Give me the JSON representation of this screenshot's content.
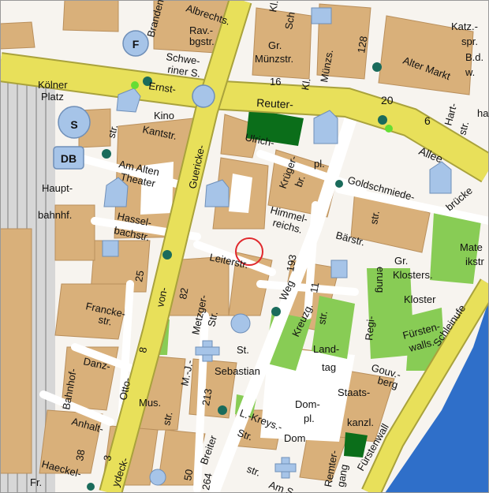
{
  "colors": {
    "background": "#f7f4ef",
    "block": "#d9b07a",
    "block_stroke": "#b98f5c",
    "courtyard": "#ffffff",
    "major_road": "#e8e05a",
    "major_road_stroke": "#a9a23c",
    "minor_road": "#ffffff",
    "park": "#88cc55",
    "dark_green": "#0b6e1a",
    "water": "#2f6fc9",
    "railway": "#bfbfbf",
    "tram_stop": "#1a6b5b",
    "tram_stop_green": "#66dd33",
    "building_blue": "#a6c4e8",
    "highlight_circle": "#e0282c"
  },
  "icons": {
    "s_bahn": "S",
    "db": "DB",
    "ferry": "F"
  },
  "labels": {
    "l1": "Rav.-",
    "l2": "bgstr.",
    "l3": "Branden-",
    "l4": "Schwe-",
    "l5": "riner S.",
    "l6": "Gr.",
    "l7": "Münzstr.",
    "l8": "16",
    "l9": "Kl.",
    "l10": "Münzs.",
    "l11": "128",
    "l12": "Katz.-",
    "l13": "spr.",
    "l14": "B.d.",
    "l15": "w.",
    "l16": "Alter Markt",
    "l17": "Kölner",
    "l18": "Platz",
    "l19": "Ernst-",
    "l20": "Reuter-",
    "l21": "20",
    "l22": "6",
    "l23": "Hart-",
    "l24": "str.",
    "l25": "ha",
    "l26": "Kino",
    "l27": "Kantstr.",
    "l28": "str.",
    "l29": "Ulrich-",
    "l30": "pl.",
    "l31": "Allee",
    "l32": "Am Alten",
    "l33": "Theater",
    "l34": "Haupt-",
    "l35": "bahnhf.",
    "l36": "Guericke-",
    "l37": "Krüger-",
    "l38": "br.",
    "l39": "Goldschmiede-",
    "l40": "brücke",
    "l41": "Himmel-",
    "l42": "reichs.",
    "l43": "Hassel-",
    "l44": "bachstr.",
    "l45": "Bärstr.",
    "l46": "str.",
    "l47": "Mate",
    "l48": "ikstr",
    "l49": "Leiterstr.",
    "l50": "193",
    "l51": "Gr.",
    "l52": "Klosters.",
    "l53": "25",
    "l54": "82",
    "l55": "Weg",
    "l56": "11",
    "l57": "Regi-",
    "l58": "erung",
    "l59": "Kloster",
    "l60": "von-",
    "l61": "Francke-",
    "l62": "str.",
    "l63": "Metzger-",
    "l64": "Str.",
    "l65": "Kreuzg.",
    "l66": "str.",
    "l67": "Fürsten-",
    "l68": "walls.",
    "l69": "Schleinufe",
    "l70": "8",
    "l71": "St.",
    "l72": "Sebastian",
    "l73": "Land-",
    "l74": "tag",
    "l75": "Danz-",
    "l76": "M.-J.-",
    "l77": "Gouv.-",
    "l78": "berg",
    "l79": "Bahnhof-",
    "l80": "Otto-",
    "l81": "Staats-",
    "l82": "kanzl.",
    "l83": "Mus.",
    "l84": "str.",
    "l85": "213",
    "l86": "Dom-",
    "l87": "pl.",
    "l88": "Anhalt-",
    "l89": "L.-Kreys.-",
    "l90": "Str.",
    "l91": "Dom",
    "l92": "Remter-",
    "l93": "gang",
    "l94": "Fürstenwall",
    "l95": "38",
    "l96": "3",
    "l97": "Breiter",
    "l98": "264",
    "l99": "str.",
    "l100": "Am S",
    "l101": "Haeckel-",
    "l102": "Fr.",
    "l103": "ydeck-",
    "l104": "Kl.",
    "l105": "Sch",
    "l106": "Albrechts.",
    "l107": "50"
  }
}
